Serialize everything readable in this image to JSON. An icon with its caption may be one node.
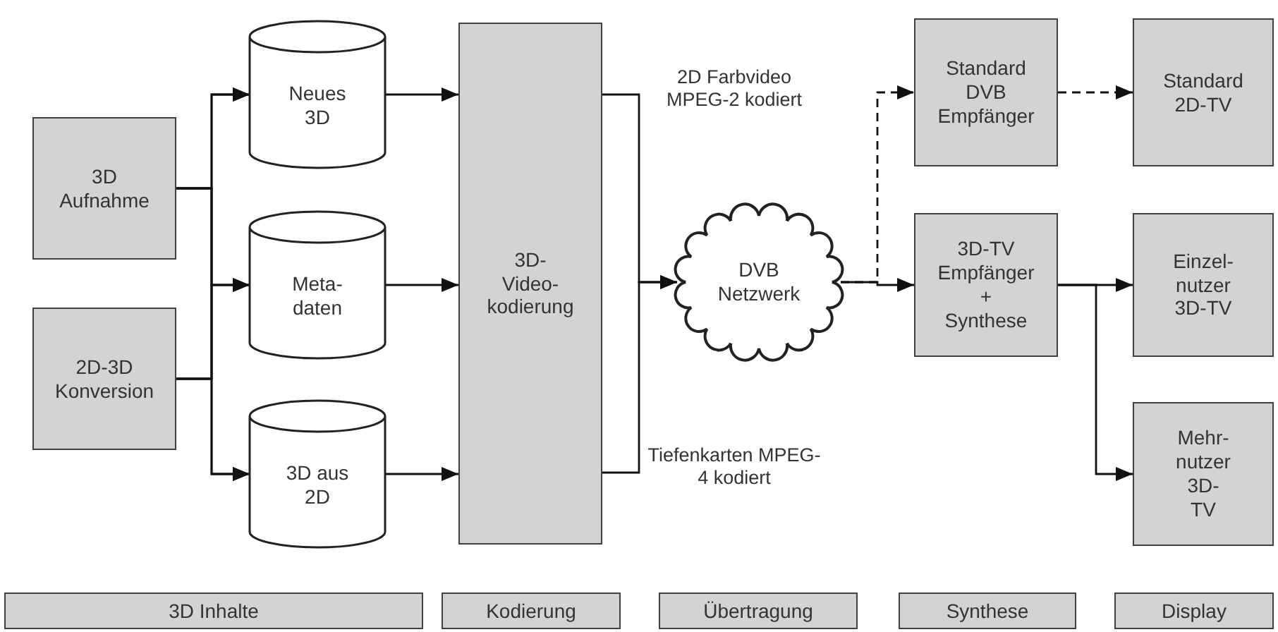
{
  "diagram": {
    "nodes": [
      {
        "text": [
          "3D Aufnahme"
        ]
      },
      {
        "text": [
          "2D-3D Konversion"
        ]
      },
      {
        "text": [
          "Neues 3D"
        ]
      },
      {
        "text": [
          "Meta- daten"
        ]
      },
      {
        "text": [
          "3D aus 2D"
        ]
      },
      {
        "text": [
          "3D-Video- kodierung"
        ]
      },
      {
        "text": [
          "DVB Netzwerk"
        ]
      },
      {
        "text": [
          "Standard DVB Empfänger"
        ]
      },
      {
        "text": [
          "3D-TV Empfänger + Synthese"
        ]
      },
      {
        "text": [
          "Standard 2D-TV"
        ]
      },
      {
        "text": [
          "Einzel- nutzer 3D-TV"
        ]
      },
      {
        "text": [
          "Mehr- nutzer 3D-TV"
        ]
      },
      {
        "text": [
          "3D Inhalte"
        ]
      },
      {
        "text": [
          "Kodierung"
        ]
      },
      {
        "text": [
          "Übertragung"
        ]
      },
      {
        "text": [
          "Synthese"
        ]
      },
      {
        "text": [
          "Display"
        ]
      }
    ],
    "edges": [
      {
        "from": 0,
        "to": 2,
        "arrow": "to"
      },
      {
        "from": 0,
        "to": 3,
        "arrow": "to"
      },
      {
        "from": 0,
        "to": 4,
        "arrow": "to"
      },
      {
        "from": 1,
        "to": 2,
        "arrow": "to"
      },
      {
        "from": 1,
        "to": 3,
        "arrow": "to"
      },
      {
        "from": 1,
        "to": 4,
        "arrow": "to"
      },
      {
        "from": 2,
        "to": 5,
        "arrow": "to"
      },
      {
        "from": 3,
        "to": 5,
        "arrow": "to"
      },
      {
        "from": 4,
        "to": 5,
        "arrow": "to"
      },
      {
        "from": 5,
        "to": 6,
        "arrow": "to",
        "label": "2D Farbvideo MPEG-2 kodiert"
      },
      {
        "from": 5,
        "to": 6,
        "arrow": "to",
        "label": "Tiefenkarten MPEG-4 kodiert"
      },
      {
        "from": 6,
        "to": 7,
        "arrow": "to",
        "style": "dashed"
      },
      {
        "from": 6,
        "to": 8,
        "arrow": "to"
      },
      {
        "from": 7,
        "to": 9,
        "arrow": "to",
        "style": "dashed"
      },
      {
        "from": 8,
        "to": 10,
        "arrow": "to"
      },
      {
        "from": 8,
        "to": 11,
        "arrow": "to"
      }
    ]
  }
}
